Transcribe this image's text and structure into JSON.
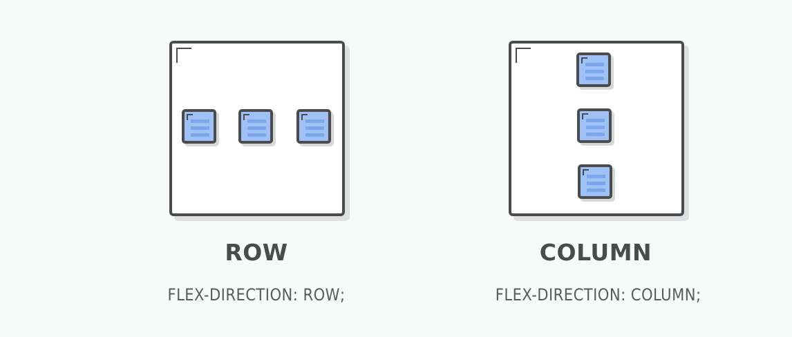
{
  "panels": {
    "row": {
      "title": "ROW",
      "caption": "FLEX-DIRECTION: ROW;"
    },
    "column": {
      "title": "COLUMN",
      "caption": "FLEX-DIRECTION: COLUMN;"
    }
  },
  "colors": {
    "background": "#f8f9f9",
    "outline": "#4a4b4d",
    "item_fill": "#9fc1f6",
    "item_lines": "#7ca5ea",
    "shadow": "#dedfe0"
  },
  "icons": [
    "document-icon"
  ]
}
